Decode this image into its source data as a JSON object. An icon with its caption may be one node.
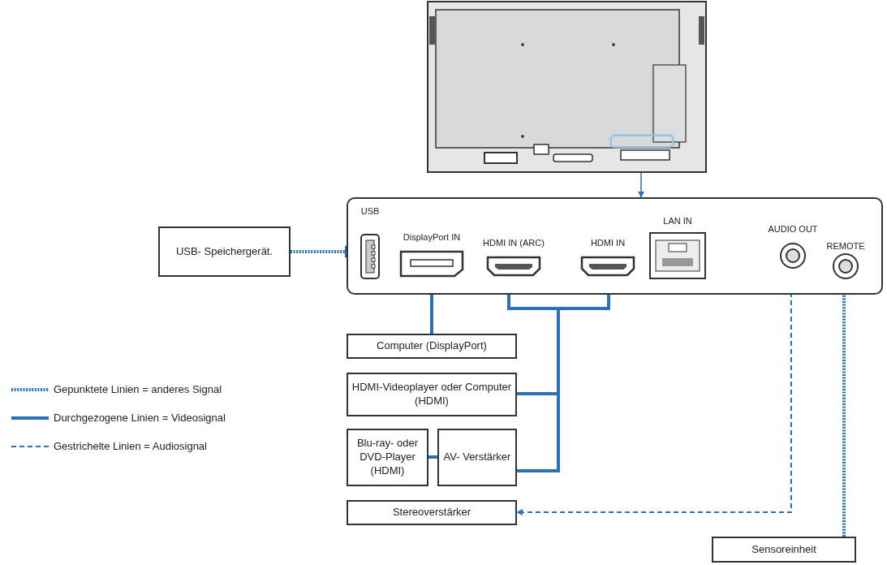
{
  "diagram": {
    "nodes": [
      {
        "text": [],
        "shape": "box"
      },
      {
        "text": [],
        "shape": "box"
      },
      {
        "text": [
          "USB"
        ],
        "in": 1
      },
      {
        "text": [
          "DisplayPort IN"
        ],
        "in": 1
      },
      {
        "text": [
          "HDMI IN (ARC)"
        ],
        "in": 1
      },
      {
        "text": [
          "HDMI IN"
        ],
        "in": 1
      },
      {
        "text": [
          "LAN IN"
        ],
        "in": 1
      },
      {
        "text": [
          "AUDIO OUT"
        ],
        "in": 1
      },
      {
        "text": [
          "REMOTE"
        ],
        "in": 1
      },
      {
        "text": [
          "USB- Speichergerät."
        ]
      },
      {
        "text": [
          "Computer (DisplayPort)"
        ]
      },
      {
        "text": [
          "HDMI-Videoplayer oder Computer (HDMI)"
        ]
      },
      {
        "text": [
          "Blu-ray- oder DVD-Player (HDMI)"
        ]
      },
      {
        "text": [
          "AV- Verstärker"
        ]
      },
      {
        "text": [
          "Stereoverstärker"
        ]
      },
      {
        "text": [
          "Sensoreinheit"
        ]
      }
    ],
    "edges": [
      {
        "from": 0,
        "to": 1,
        "arrow": "to"
      },
      {
        "from": 9,
        "to": 2,
        "arrow": "to",
        "style": "dashed"
      },
      {
        "from": 10,
        "to": 3,
        "arrow": "to"
      },
      {
        "from": 11,
        "to": 4,
        "arrow": "to"
      },
      {
        "from": 11,
        "to": 5,
        "arrow": "to"
      },
      {
        "from": 13,
        "to": 4,
        "arrow": "to"
      },
      {
        "from": 13,
        "to": 5,
        "arrow": "to"
      },
      {
        "from": 12,
        "to": 13,
        "arrow": "none"
      },
      {
        "from": 7,
        "to": 14,
        "arrow": "to",
        "style": "dashed"
      },
      {
        "from": 15,
        "to": 8,
        "arrow": "to",
        "style": "dashed"
      }
    ],
    "legend": [
      {
        "text": "Gepunktete Linien = anderes Signal"
      },
      {
        "text": "Durchgezogene Linien = Videosignal"
      },
      {
        "text": "Gestrichelte Linien = Audiosignal"
      }
    ]
  }
}
